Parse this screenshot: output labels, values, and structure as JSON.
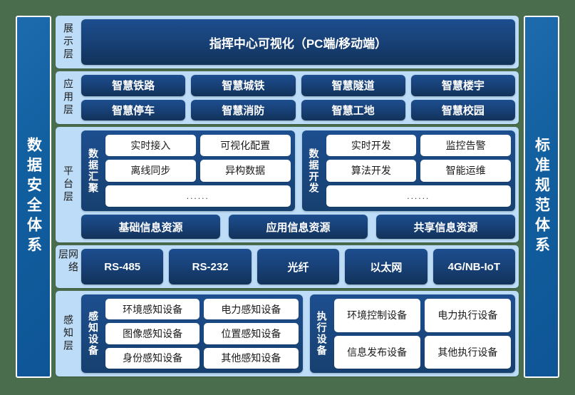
{
  "pillars": {
    "left": "数据安全体系",
    "right": "标准规范体系"
  },
  "layers": {
    "presentation": {
      "label": "展示层",
      "box": "指挥中心可视化（PC端/移动端）"
    },
    "application": {
      "label": "应用层",
      "row1": [
        "智慧铁路",
        "智慧城铁",
        "智慧隧道",
        "智慧楼宇"
      ],
      "row2": [
        "智慧停车",
        "智慧消防",
        "智慧工地",
        "智慧校园"
      ]
    },
    "platform": {
      "label": "平台层",
      "group_aggregation": {
        "title": "数据汇聚",
        "row1": [
          "实时接入",
          "可视化配置"
        ],
        "row2": [
          "离线同步",
          "异构数据"
        ],
        "row3": [
          "......"
        ]
      },
      "group_development": {
        "title": "数据开发",
        "row1": [
          "实时开发",
          "监控告警"
        ],
        "row2": [
          "算法开发",
          "智能运维"
        ],
        "row3": [
          "......"
        ]
      },
      "resources": [
        "基础信息资源",
        "应用信息资源",
        "共享信息资源"
      ]
    },
    "network": {
      "label": "网络层",
      "items": [
        "RS-485",
        "RS-232",
        "光纤",
        "以太网",
        "4G/NB-IoT"
      ]
    },
    "perception": {
      "label": "感知层",
      "group_sensing": {
        "title": "感知设备",
        "row1": [
          "环境感知设备",
          "电力感知设备"
        ],
        "row2": [
          "图像感知设备",
          "位置感知设备"
        ],
        "row3": [
          "身份感知设备",
          "其他感知设备"
        ]
      },
      "group_actuation": {
        "title": "执行设备",
        "row1": [
          "环境控制设备",
          "电力执行设备"
        ],
        "row2": [
          "信息发布设备",
          "其他执行设备"
        ]
      }
    }
  },
  "colors": {
    "background": "#4a6e4d",
    "pillar": "#115e9e",
    "layer_bg": "#bcdcf7",
    "navy": "#173f74",
    "white": "#ffffff"
  }
}
